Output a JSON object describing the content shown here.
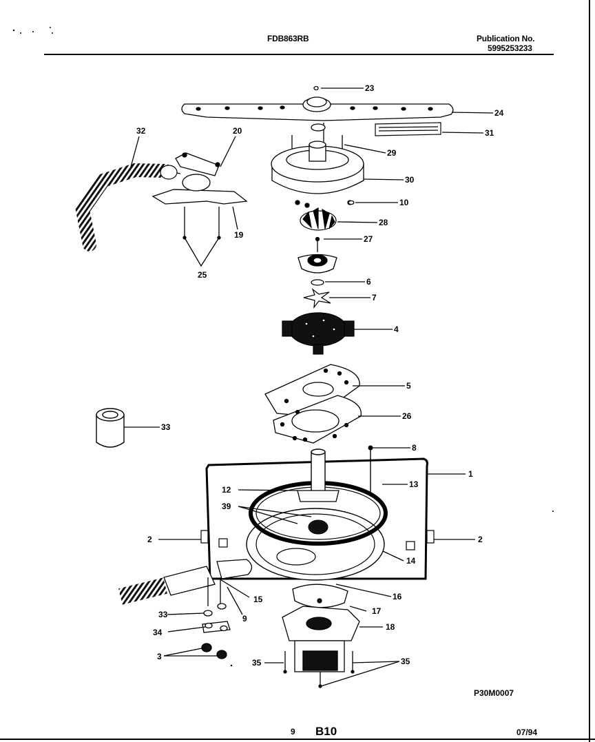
{
  "header": {
    "model": "FDB863RB",
    "publication_label": "Publication No.",
    "publication_number": "5995253233"
  },
  "footer": {
    "page_number": "9",
    "section": "B10",
    "date": "07/94"
  },
  "diagram": {
    "drawing_code": "P30M0007",
    "callouts": [
      "23",
      "24",
      "31",
      "32",
      "20",
      "29",
      "30",
      "10",
      "19",
      "28",
      "27",
      "25",
      "6",
      "7",
      "4",
      "5",
      "26",
      "33",
      "8",
      "1",
      "12",
      "13",
      "39",
      "2",
      "2",
      "14",
      "15",
      "16",
      "9",
      "17",
      "18",
      "33",
      "34",
      "3",
      "35",
      "35"
    ]
  }
}
